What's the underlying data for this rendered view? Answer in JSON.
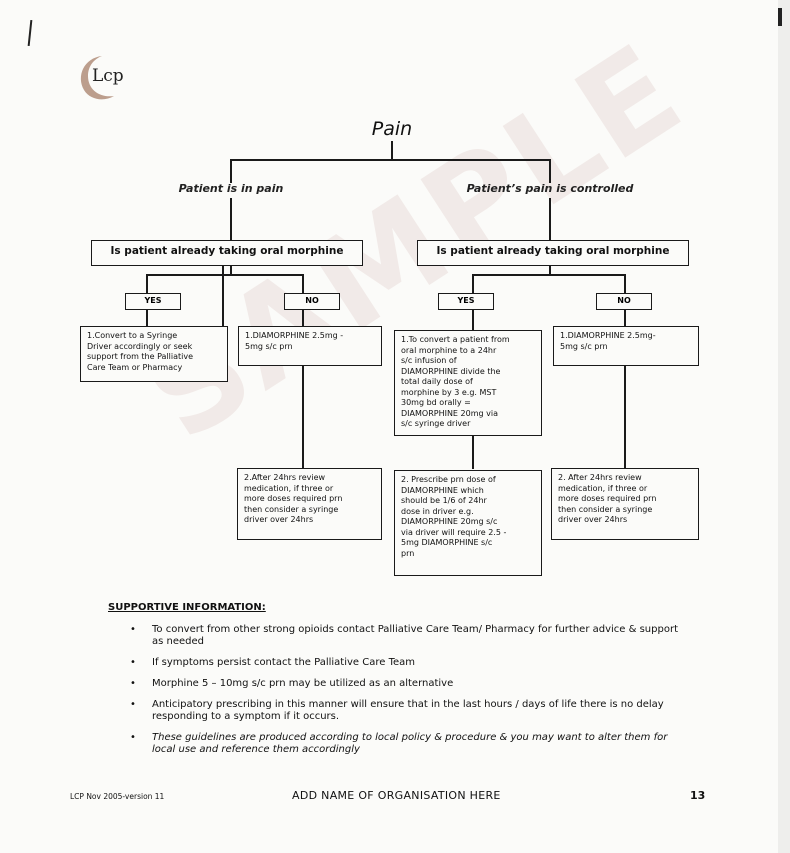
{
  "logo": {
    "text": "Lcp"
  },
  "watermark": "SAMPLE",
  "title": "Pain",
  "branches": {
    "left": "Patient is in pain",
    "right": "Patient’s pain is controlled"
  },
  "left": {
    "question": "Is patient already taking oral morphine",
    "yes": "YES",
    "no": "NO",
    "yes_box": "1.Convert to a Syringe\n  Driver accordingly or seek\n  support from the Palliative\n  Care Team or Pharmacy",
    "no_box": "1.DIAMORPHINE 2.5mg -\n  5mg s/c prn",
    "no_box2": "2.After 24hrs review\n  medication, if three or\n  more doses required prn\n  then consider a syringe\n  driver over 24hrs"
  },
  "right": {
    "question": "Is patient already taking oral morphine",
    "yes": "YES",
    "no": "NO",
    "yes_box": "1.To convert a patient from\n  oral morphine to a 24hr\n  s/c infusion of\n  DIAMORPHINE divide the\n  total daily dose of\n  morphine by 3 e.g. MST\n  30mg bd orally =\n  DIAMORPHINE 20mg via\n  s/c syringe driver",
    "yes_box2": "2. Prescribe prn dose of\n   DIAMORPHINE which\n   should be 1/6 of 24hr\n   dose in driver e.g.\n   DIAMORPHINE 20mg s/c\n   via driver will require 2.5 -\n   5mg DIAMORPHINE s/c\n   prn",
    "no_box": "1.DIAMORPHINE 2.5mg-\n  5mg s/c prn",
    "no_box2": "2. After 24hrs review\n   medication, if three or\n   more doses required prn\n   then consider a syringe\n   driver over 24hrs"
  },
  "supportive": {
    "heading": "SUPPORTIVE INFORMATION:",
    "bullet_symbol": "•",
    "items": [
      "To convert from other strong opioids contact Palliative Care Team/ Pharmacy for further advice & support as needed",
      "If symptoms persist contact the Palliative Care Team",
      "Morphine 5 – 10mg s/c prn may be utilized as an alternative",
      "Anticipatory prescribing in this manner will ensure that in the last hours / days of life there is no delay responding to a symptom if it occurs.",
      "These guidelines are produced according to local policy & procedure & you may want to alter them for local use and reference them accordingly"
    ]
  },
  "footer": {
    "version": "LCP Nov 2005-version 11",
    "organisation": "ADD NAME OF ORGANISATION HERE",
    "page_number": "13"
  }
}
